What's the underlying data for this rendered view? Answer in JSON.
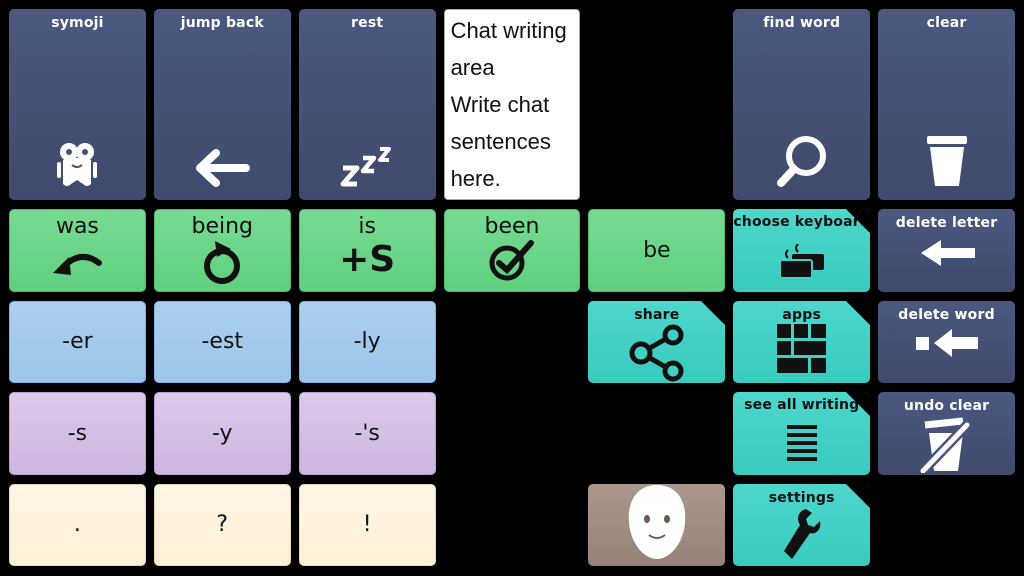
{
  "chat": {
    "line1": "Chat writing area",
    "line2": "Write chat sentences here."
  },
  "row1": [
    {
      "label": "symoji",
      "icon": "symoji-icon"
    },
    {
      "label": "jump back",
      "icon": "arrow-left-icon"
    },
    {
      "label": "rest",
      "icon": "zzz-icon"
    },
    {
      "label": "find word",
      "icon": "magnifier-icon"
    },
    {
      "label": "clear",
      "icon": "trash-icon"
    }
  ],
  "row2": [
    {
      "label": "was",
      "icon": "curved-arrow-back-icon"
    },
    {
      "label": "being",
      "icon": "cycle-icon"
    },
    {
      "label": "is",
      "icon": "plus-s-icon",
      "icon_text": "+S"
    },
    {
      "label": "been",
      "icon": "check-circle-icon"
    },
    {
      "label": "be"
    },
    {
      "label": "choose keyboard",
      "icon": "keyboard-icon"
    },
    {
      "label": "delete letter",
      "icon": "arrow-left-icon"
    }
  ],
  "row3": [
    {
      "label": "-er"
    },
    {
      "label": "-est"
    },
    {
      "label": "-ly"
    },
    {
      "label": "share",
      "icon": "share-icon"
    },
    {
      "label": "apps",
      "icon": "apps-grid-icon"
    },
    {
      "label": "delete word",
      "icon": "delete-word-icon"
    }
  ],
  "row4": [
    {
      "label": "-s"
    },
    {
      "label": "-y"
    },
    {
      "label": "-'s"
    },
    {
      "label": "see all writing",
      "icon": "lines-icon"
    },
    {
      "label": "undo clear",
      "icon": "undo-trash-icon"
    }
  ],
  "row5": [
    {
      "label": "."
    },
    {
      "label": "?"
    },
    {
      "label": "!"
    },
    {
      "icon": "face-icon"
    },
    {
      "label": "settings",
      "icon": "wrench-icon"
    }
  ],
  "colors": {
    "navy": "#4b5880",
    "green": "#6fd68b",
    "blue": "#a4cbee",
    "purple": "#d4c0e5",
    "cream": "#fff3e0",
    "teal": "#44d1c5"
  }
}
